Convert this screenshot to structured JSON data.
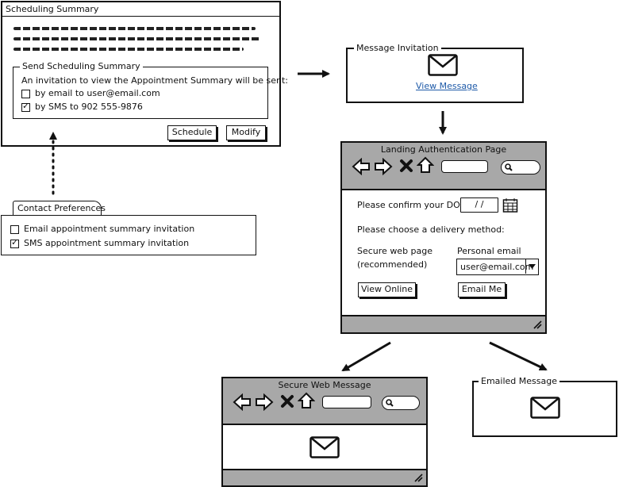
{
  "scheduling_summary": {
    "title": "Scheduling Summary",
    "group_label": "Send Scheduling Summary",
    "intro": "An invitation to view the Appointment Summary will be sent:",
    "email_option": "by email to user@email.com",
    "email_checked": false,
    "sms_option": "by SMS to 902 555-9876",
    "sms_checked": true,
    "schedule_button": "Schedule",
    "modify_button": "Modify"
  },
  "contact_preferences": {
    "tab_label": "Contact Preferences",
    "email_option": "Email appointment summary invitation",
    "email_checked": false,
    "sms_option": "SMS appointment summary invitation",
    "sms_checked": true
  },
  "message_invitation": {
    "group_label": "Message Invitation",
    "link": "View Message",
    "icon": "envelope-icon"
  },
  "landing_page": {
    "title": "Landing Authentication Page",
    "dob_label": "Please confirm your DOB:",
    "dob_value": "/ /",
    "delivery_label": "Please choose a delivery method:",
    "secure_label_line1": "Secure web page",
    "secure_label_line2": "(recommended)",
    "email_label": "Personal email",
    "email_value": "user@email.com",
    "view_online_button": "View Online",
    "email_me_button": "Email Me"
  },
  "secure_web_message": {
    "title": "Secure Web Message",
    "icon": "envelope-icon"
  },
  "emailed_message": {
    "group_label": "Emailed Message",
    "icon": "envelope-icon"
  },
  "colors": {
    "chrome_gray": "#a8a8a8",
    "link_blue": "#1e5aa8",
    "ink": "#111111"
  }
}
